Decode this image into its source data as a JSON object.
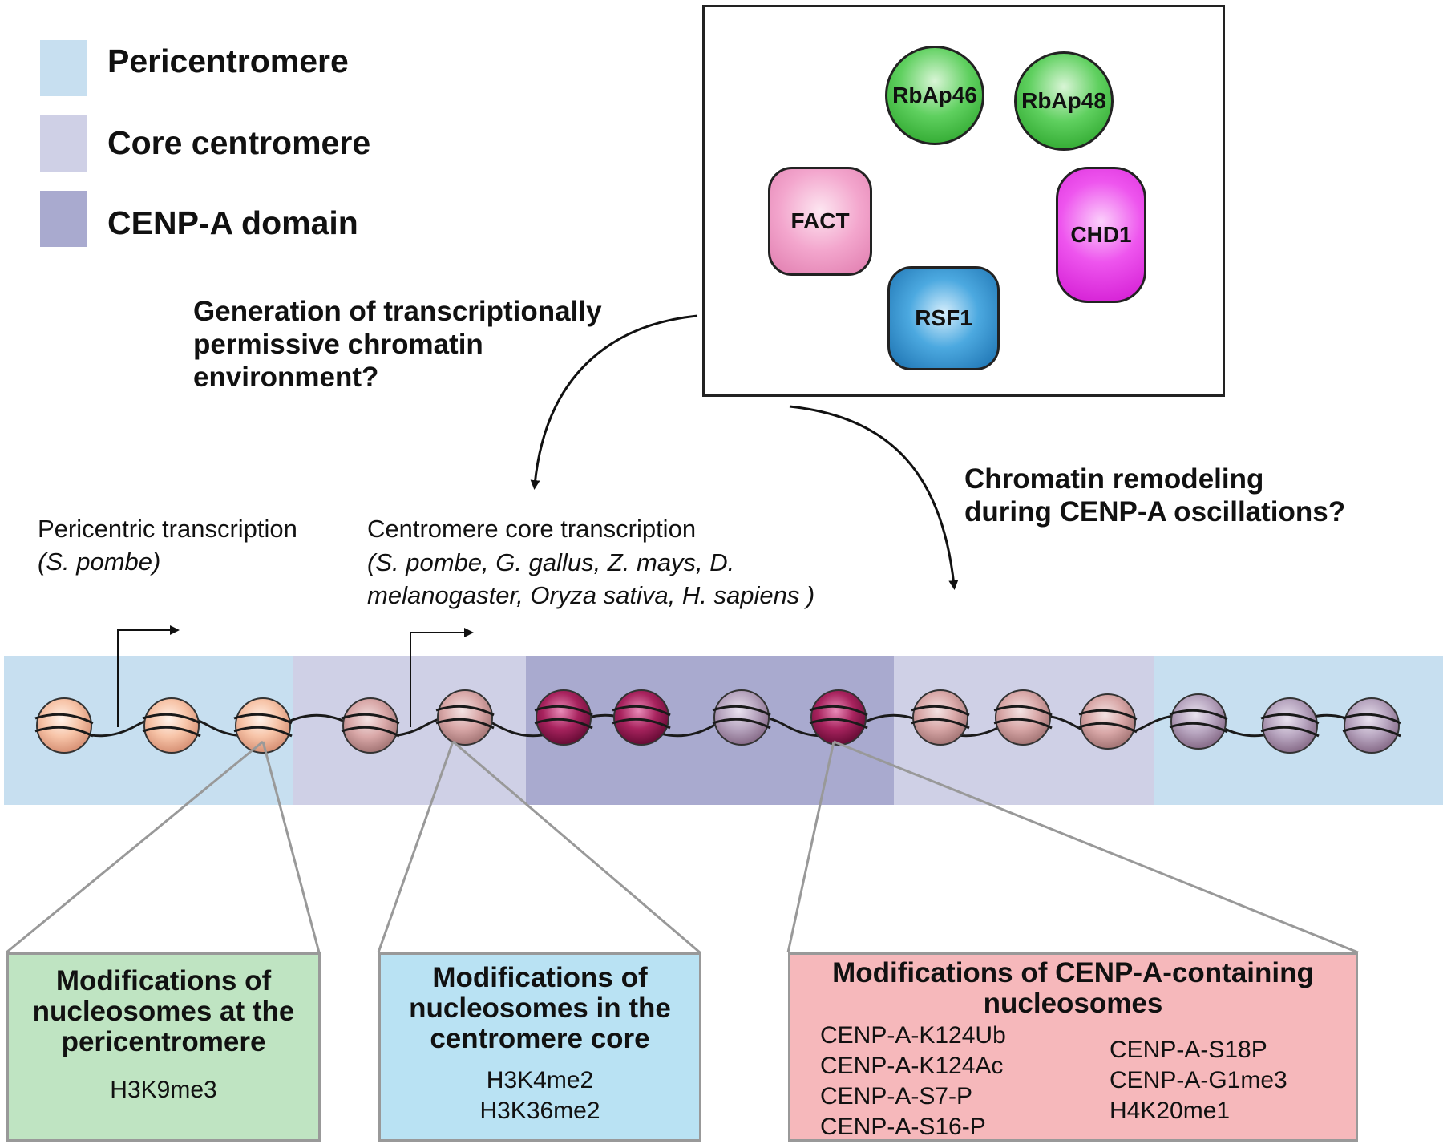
{
  "legend": [
    {
      "label": "Pericentromere",
      "color": "#c7dff0"
    },
    {
      "label": "Core centromere",
      "color": "#cfd0e6"
    },
    {
      "label": "CENP-A domain",
      "color": "#a9aacf"
    }
  ],
  "proteins": [
    {
      "label": "RbAp46",
      "shape": "circle",
      "color": "#2fb52f"
    },
    {
      "label": "RbAp48",
      "shape": "circle",
      "color": "#2fb52f"
    },
    {
      "label": "FACT",
      "shape": "rounded-rect",
      "color": "#ee8fbf"
    },
    {
      "label": "CHD1",
      "shape": "rounded-rect",
      "color": "#e62ee6"
    },
    {
      "label": "RSF1",
      "shape": "rounded-rect",
      "color": "#2a8fcf"
    }
  ],
  "questions": {
    "permissive": [
      "Generation of transcriptionally",
      "permissive chromatin",
      "environment?"
    ],
    "remodeling": [
      "Chromatin remodeling",
      "during CENP-A oscillations?"
    ]
  },
  "transcription": {
    "pericentric_title": "Pericentric transcription",
    "pericentric_species": "(S. pombe)",
    "core_title": "Centromere core transcription",
    "core_species_line1": "(S. pombe, G. gallus, Z. mays, D.",
    "core_species_line2": "melanogaster, Oryza sativa, H. sapiens )"
  },
  "modifications": {
    "pericentromere": {
      "title": [
        "Modifications of",
        "nucleosomes at the",
        "pericentromere"
      ],
      "items": [
        "H3K9me3"
      ],
      "color": "#bfe4c2"
    },
    "core": {
      "title": [
        "Modifications of",
        "nucleosomes in the",
        "centromere core"
      ],
      "items": [
        "H3K4me2",
        "H3K36me2"
      ],
      "color": "#b9e2f3"
    },
    "cenpa": {
      "title": [
        "Modifications of CENP-A-containing",
        "nucleosomes"
      ],
      "items_left": [
        "CENP-A-K124Ub",
        "CENP-A-K124Ac",
        "CENP-A-S7-P",
        "CENP-A-S16-P"
      ],
      "items_right": [
        "CENP-A-S18P",
        "CENP-A-G1me3",
        "H4K20me1"
      ],
      "color": "#f6b8bb"
    }
  },
  "nucleosome_colors": {
    "pericentric": "#f7c4a8",
    "core": "#d9a8a8",
    "cenpa": "#a8235e",
    "mixed": "#b8a6c0"
  }
}
